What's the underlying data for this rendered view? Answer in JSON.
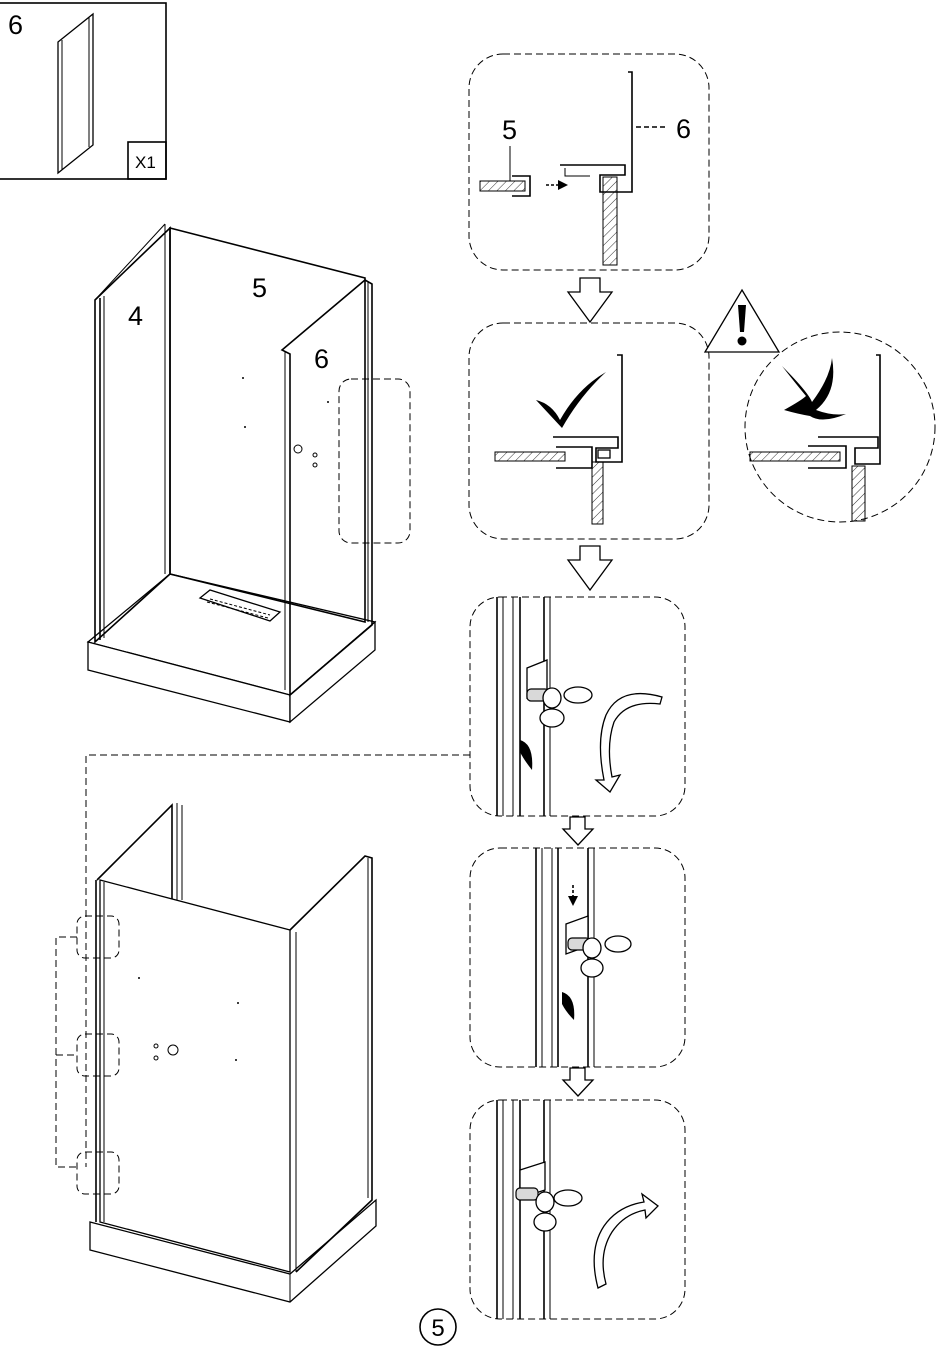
{
  "part_box": {
    "part_number": "6",
    "quantity": "X1"
  },
  "enclosure_top": {
    "panel_left": "4",
    "panel_back": "5",
    "panel_right": "6"
  },
  "detail_profile": {
    "label_left": "5",
    "label_right": "6"
  },
  "page_number": "5",
  "icons": {
    "correct": "check-mark-icon",
    "wrong": "cross-mark-icon",
    "warning": "warning-triangle-icon",
    "flow": "down-arrow-icon",
    "rotate_cw": "rotate-clockwise-arrow-icon",
    "rotate_ccw": "rotate-counterclockwise-arrow-icon"
  }
}
